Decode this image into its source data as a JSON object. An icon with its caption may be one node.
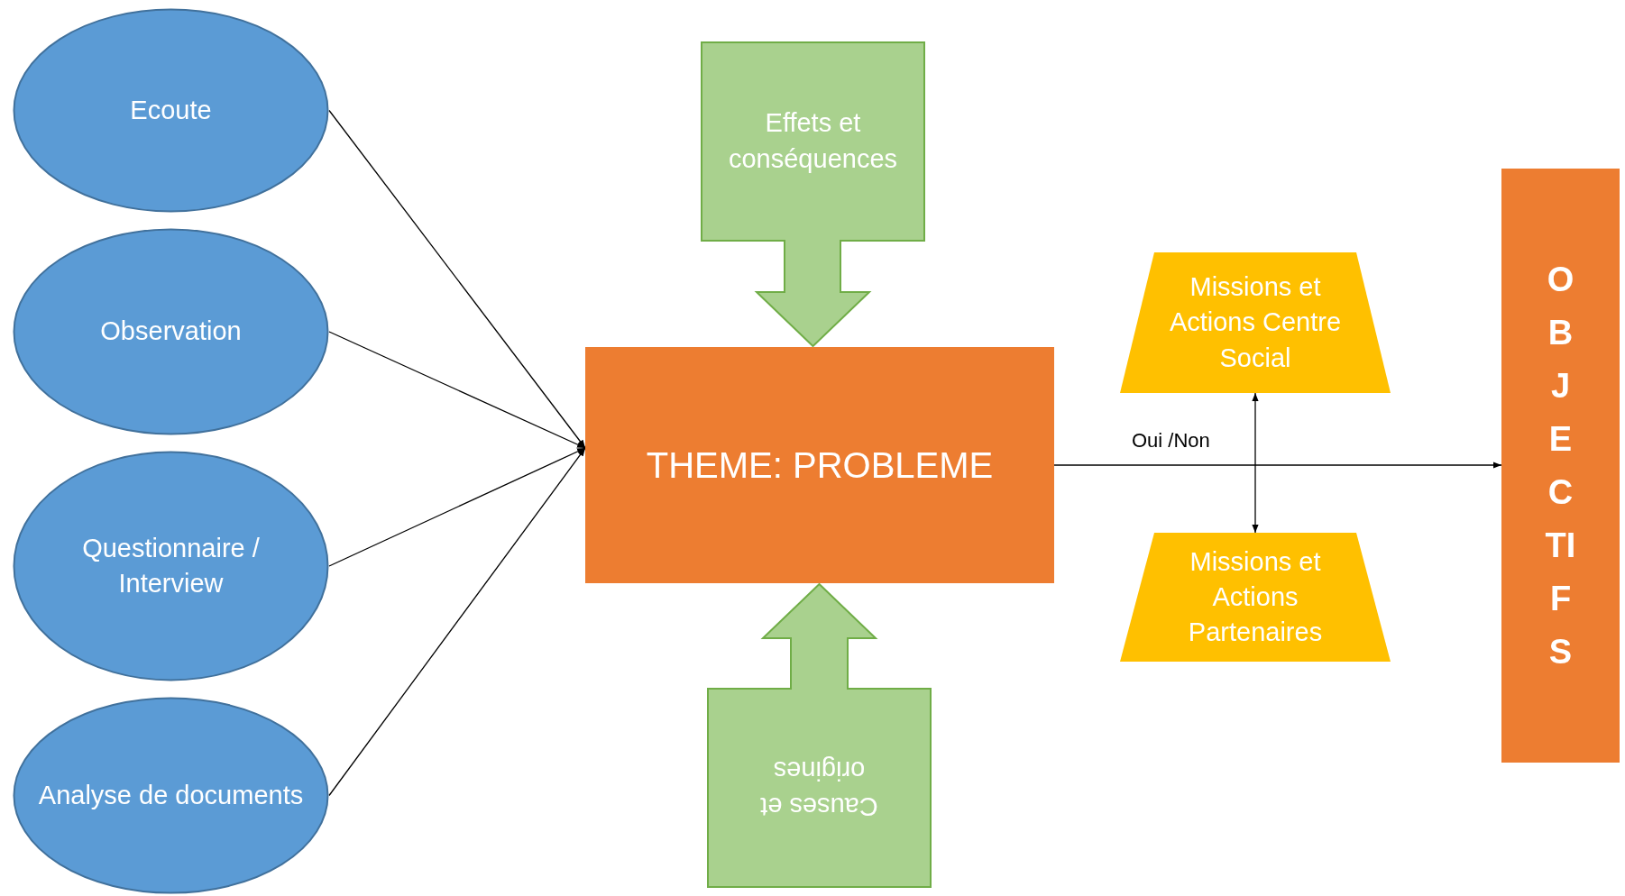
{
  "diagram": {
    "nodes": [
      {
        "text": [
          "Ecoute"
        ]
      },
      {
        "text": [
          "Observation"
        ]
      },
      {
        "text": [
          "Questionnaire / Interview"
        ]
      },
      {
        "text": [
          "Analyse de documents"
        ]
      },
      {
        "text": [
          "Effets et conséquences"
        ]
      },
      {
        "text": [
          "THEME: PROBLEME"
        ]
      },
      {
        "text": [
          "Causes et origines"
        ]
      },
      {
        "text": [
          "Missions et Actions Centre Social"
        ]
      },
      {
        "text": [
          "Missions et Actions Partenaires"
        ]
      },
      {
        "text": [
          "OBJECTIFS"
        ]
      }
    ],
    "edges": [
      {
        "from": 0,
        "to": 5,
        "arrow": "to"
      },
      {
        "from": 1,
        "to": 5,
        "arrow": "to"
      },
      {
        "from": 2,
        "to": 5,
        "arrow": "to"
      },
      {
        "from": 3,
        "to": 5,
        "arrow": "to"
      },
      {
        "from": 5,
        "to": 9,
        "arrow": "to",
        "label": "Oui /Non"
      },
      {
        "from": 7,
        "to": 8,
        "arrow": "both"
      }
    ]
  }
}
